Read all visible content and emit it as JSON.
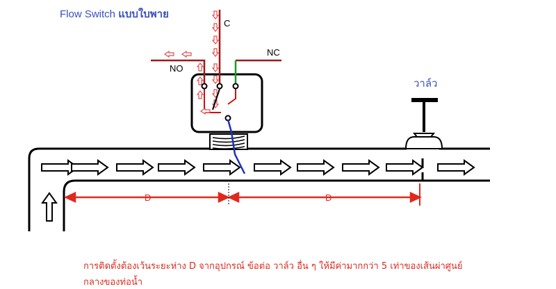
{
  "title": {
    "en": "Flow Switch",
    "th": "แบบใบพาย"
  },
  "terminals": {
    "common": "C",
    "normally_open": "NO",
    "normally_closed": "NC"
  },
  "valve_label": "วาล์ว",
  "distance_labels": [
    "D",
    "D"
  ],
  "note": {
    "line1": "การติดตั้งต้องเว้นระยะห่าง  D  จากอุปกรณ์  ข้อต่อ วาล์ว อื่น ๆ ให้มีค่ามากกว่า 5 เท่าของเส้นผ่าศูนย์",
    "line2": "กลางของท่อน้ำ"
  },
  "colors": {
    "title": "#3a4fc4",
    "wire": "#a01818",
    "nc_wire": "#1a9a2a",
    "paddle": "#2030c0",
    "dimension": "#e0281e",
    "flow_arrow_fill": "#ffffff",
    "flow_arrow_stroke": "#000000",
    "hollow_arrow": "#e05050"
  }
}
